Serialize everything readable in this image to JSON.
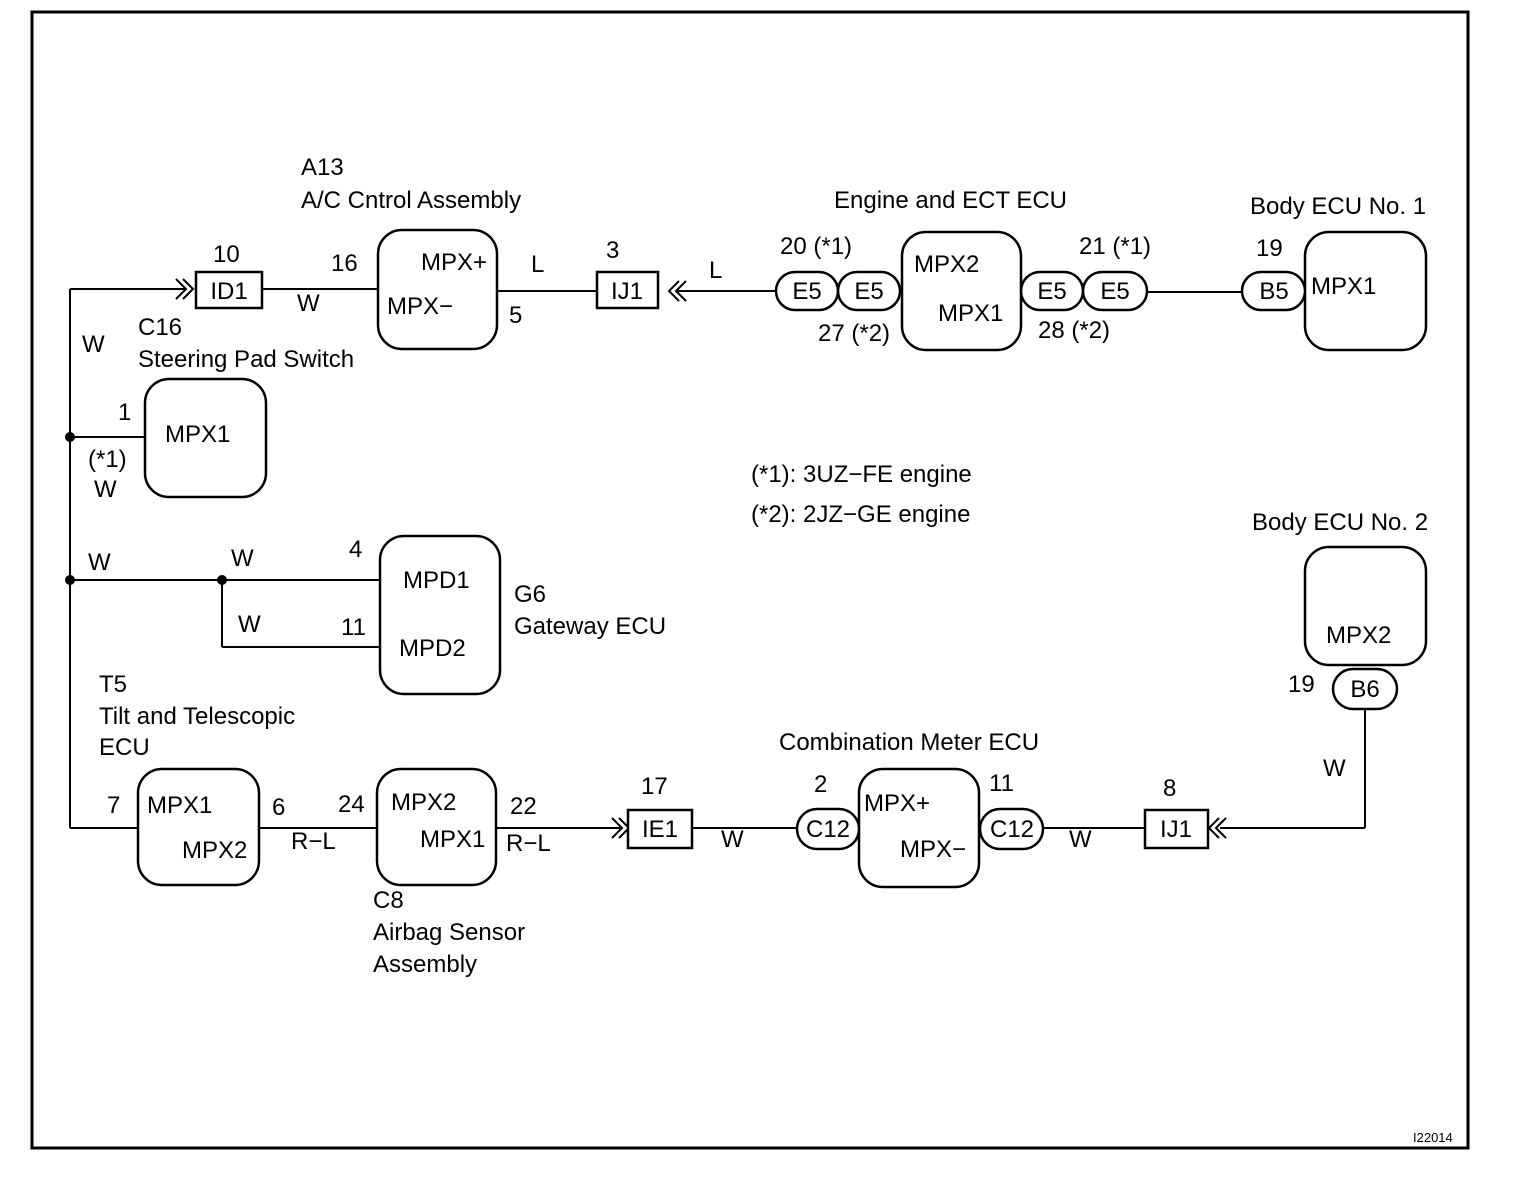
{
  "components": {
    "ac": {
      "id": "A13",
      "name": "A/C Cntrol Assembly",
      "pin_top": "MPX+",
      "pin_bottom": "MPX−"
    },
    "engine_ecu": {
      "name": "Engine and ECT ECU",
      "pin_top": "MPX2",
      "pin_bottom": "MPX1"
    },
    "body_ecu_1": {
      "name": "Body ECU No. 1",
      "pin": "MPX1"
    },
    "steering": {
      "id": "C16",
      "name": "Steering Pad Switch",
      "pin": "MPX1"
    },
    "gateway": {
      "id": "G6",
      "name": "Gateway ECU",
      "pin_top": "MPD1",
      "pin_bottom": "MPD2"
    },
    "body_ecu_2": {
      "name": "Body ECU No. 2",
      "pin": "MPX2"
    },
    "tilt": {
      "id": "T5",
      "name_line1": "Tilt and Telescopic",
      "name_line2": "ECU",
      "pin_top": "MPX1",
      "pin_bottom": "MPX2"
    },
    "airbag": {
      "id": "C8",
      "name_line1": "Airbag Sensor",
      "name_line2": "Assembly",
      "pin_top": "MPX2",
      "pin_bottom": "MPX1"
    },
    "meter": {
      "name": "Combination Meter ECU",
      "pin_top": "MPX+",
      "pin_bottom": "MPX−"
    }
  },
  "connectors": {
    "id1": "ID1",
    "ij1_top": "IJ1",
    "e5": "E5",
    "b5": "B5",
    "b6": "B6",
    "ie1": "IE1",
    "c12": "C12",
    "ij1_bottom": "IJ1"
  },
  "pins": {
    "id1": "10",
    "ac_mpx_plus": "16",
    "ac_mpx_minus": "5",
    "ij1_top": "3",
    "e5_20": "20 (*1)",
    "e5_27": "27 (*2)",
    "e5_21": "21 (*1)",
    "e5_28": "28 (*2)",
    "b5": "19",
    "steering": "1",
    "gateway_mpd1": "4",
    "gateway_mpd2": "11",
    "b6": "19",
    "tilt_mpx1": "7",
    "tilt_mpx2": "6",
    "airbag_mpx2": "24",
    "airbag_mpx1": "22",
    "ie1": "17",
    "c12_left": "2",
    "c12_right": "11",
    "ij1_bottom": "8"
  },
  "wire_colors": {
    "ac_to_id1": "W",
    "ac_to_ij1": "L",
    "ij1_to_e5": "L",
    "left_bus_upper": "W",
    "steering_branch_note": "(*1)",
    "steering_branch": "W",
    "gateway_trunk": "W",
    "gateway_mpd1": "W",
    "gateway_mpd2": "W",
    "tilt_to_airbag": "R−L",
    "airbag_to_ie1": "R−L",
    "ie1_to_c12": "W",
    "c12_to_ij1": "W",
    "b6_down": "W"
  },
  "notes": {
    "note1": "(*1): 3UZ−FE engine",
    "note2": "(*2): 2JZ−GE engine"
  },
  "figure_id": "I22014"
}
